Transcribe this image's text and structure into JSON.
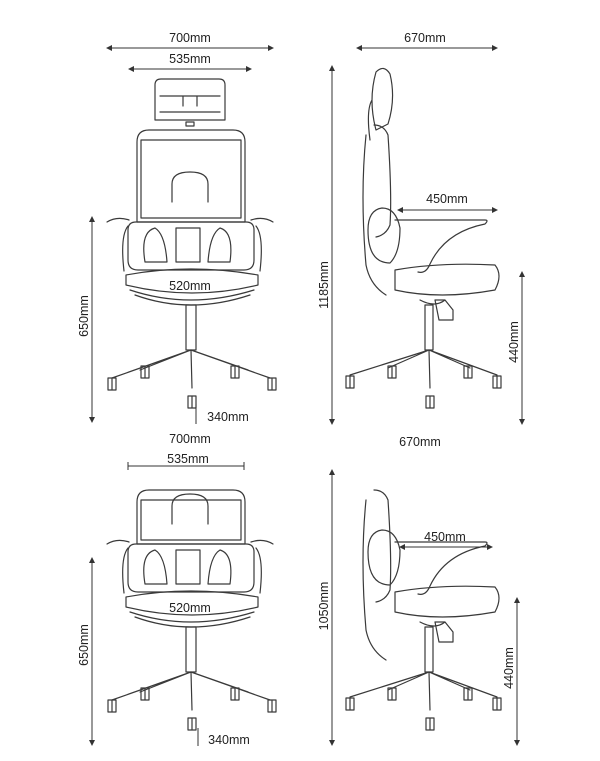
{
  "top_high_back": {
    "front": {
      "overall_width": "700mm",
      "back_width": "535mm",
      "seat_width": "520mm",
      "armrest_height": "650mm",
      "base_radius": "340mm"
    },
    "side": {
      "depth": "670mm",
      "total_height": "1185mm",
      "seat_depth": "450mm",
      "seat_height": "440mm"
    }
  },
  "bottom_mid_back": {
    "front": {
      "overall_width": "700mm",
      "back_width": "535mm",
      "seat_width": "520mm",
      "armrest_height": "650mm",
      "base_radius": "340mm"
    },
    "side": {
      "depth": "670mm",
      "total_height": "1050mm",
      "seat_depth": "450mm",
      "seat_height": "440mm"
    }
  }
}
